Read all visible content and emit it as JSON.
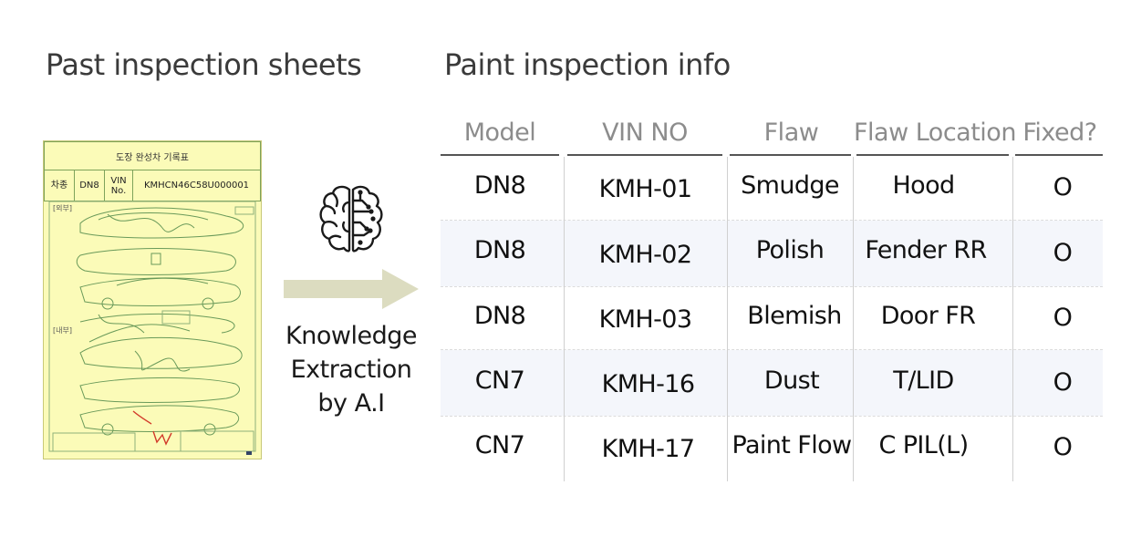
{
  "titles": {
    "left": "Past inspection sheets",
    "right": "Paint inspection info"
  },
  "sheet": {
    "heading": "도장 완성차 기록표",
    "cells": [
      "차종",
      "DN8",
      "VIN No.",
      "KMHCN46C58U000001"
    ],
    "tag_outer": "[외부]",
    "tag_inner": "[내부]",
    "ink_color": "#6a9a5a",
    "mark_color": "#d23a2a",
    "background": "#fbfbb8"
  },
  "process": {
    "icon": "brain-circuit-icon",
    "arrow_color": "#dcdcc0",
    "label_lines": [
      "Knowledge",
      "Extraction",
      "by A.I"
    ]
  },
  "table": {
    "headers": [
      "Model",
      "VIN NO",
      "Flaw",
      "Flaw Location",
      "Fixed?"
    ],
    "rows": [
      [
        "DN8",
        "KMH-01",
        "Smudge",
        "Hood",
        "O"
      ],
      [
        "DN8",
        "KMH-02",
        "Polish",
        "Fender RR",
        "O"
      ],
      [
        "DN8",
        "KMH-03",
        "Blemish",
        "Door FR",
        "O"
      ],
      [
        "CN7",
        "KMH-16",
        "Dust",
        "T/LID",
        "O"
      ],
      [
        "CN7",
        "KMH-17",
        "Paint Flow",
        "C PIL(L)",
        "O"
      ]
    ],
    "stripe_color": "#f4f6fb"
  }
}
